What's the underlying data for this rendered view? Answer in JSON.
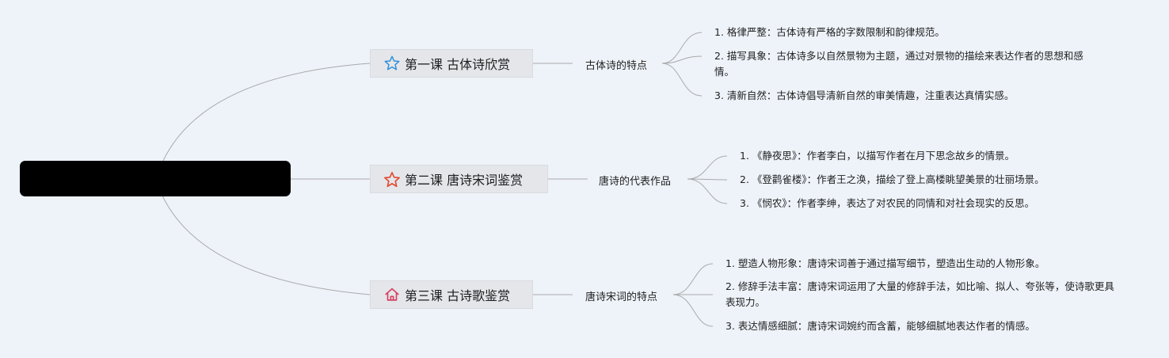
{
  "lessons": [
    {
      "title": "第一课 古体诗欣赏",
      "icon": "star-outline-icon",
      "topic": "古体诗的特点",
      "points": [
        "1. 格律严整：古体诗有严格的字数限制和韵律规范。",
        "2. 描写具象：古体诗多以自然景物为主题，通过对景物的描绘来表达作者的思想和感情。",
        "3. 清新自然：古体诗倡导清新自然的审美情趣，注重表达真情实感。"
      ]
    },
    {
      "title": "第二课 唐诗宋词鉴赏",
      "icon": "star-icon",
      "topic": "唐诗的代表作品",
      "points": [
        "1. 《静夜思》：作者李白，以描写作者在月下思念故乡的情景。",
        "2. 《登鹳雀楼》：作者王之涣，描绘了登上高楼眺望美景的壮丽场景。",
        "3. 《悯农》：作者李绅，表达了对农民的同情和对社会现实的反思。"
      ]
    },
    {
      "title": "第三课 古诗歌鉴赏",
      "icon": "home-icon",
      "topic": "唐诗宋词的特点",
      "points": [
        "1. 塑造人物形象：唐诗宋词善于通过描写细节，塑造出生动的人物形象。",
        "2. 修辞手法丰富：唐诗宋词运用了大量的修辞手法，如比喻、拟人、夸张等，使诗歌更具表现力。",
        "3. 表达情感细腻：唐诗宋词婉约而含蓄，能够细腻地表达作者的情感。"
      ]
    }
  ],
  "colors": {
    "background": "#eef3fa",
    "root": "#000000",
    "connector": "#a9a9a9",
    "icon_blue": "#2f8fd8",
    "icon_red": "#e04a2f",
    "icon_pink": "#d84060"
  }
}
